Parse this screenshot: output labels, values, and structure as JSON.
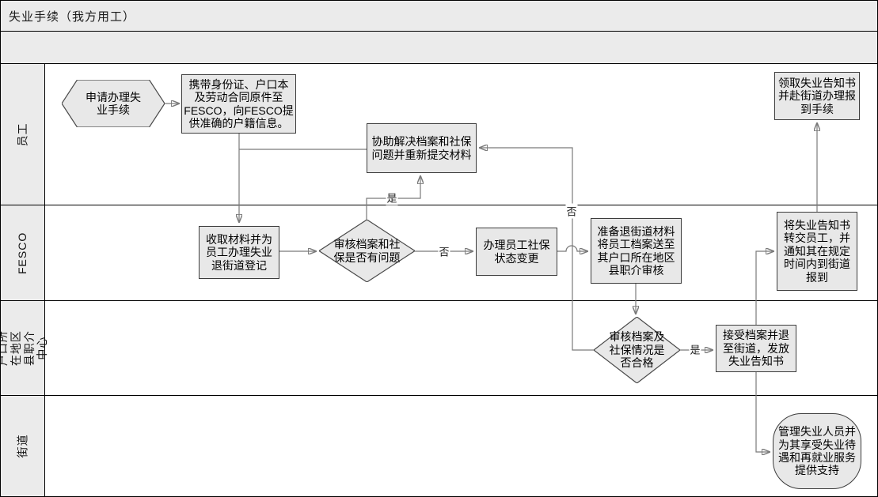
{
  "header": {
    "title": "失业手续（我方用工）"
  },
  "lanes": [
    {
      "label": "员工"
    },
    {
      "label": "FESCO"
    },
    {
      "label": "户口所在地区\n县职介中心"
    },
    {
      "label": "街道"
    }
  ],
  "nodes": {
    "start": {
      "shape": "hexagon",
      "text": "申请办理失\n业手续"
    },
    "bring_documents": {
      "shape": "rect",
      "text": "携带身份证、户口本\n及劳动合同原件至\nFESCO，向FESCO提\n供准确的户籍信息。"
    },
    "assist_resolve": {
      "shape": "rect",
      "text": "协助解决档案和社保\n问题并重新提交材料"
    },
    "receive_notice": {
      "shape": "rect",
      "text": "领取失业告知书\n并赴街道办理报\n到手续"
    },
    "collect_materials": {
      "shape": "rect",
      "text": "收取材料并为\n员工办理失业\n退街道登记"
    },
    "review_problem": {
      "shape": "diamond",
      "text": "审核档案和社\n保是否有问题"
    },
    "change_social_status": {
      "shape": "rect",
      "text": "办理员工社保\n状态变更"
    },
    "prepare_materials": {
      "shape": "rect",
      "text": "准备退街道材料\n将员工档案送至\n其户口所在地区\n县职介审核"
    },
    "forward_notice": {
      "shape": "rect",
      "text": "将失业告知书\n转交员工，并\n通知其在规定\n时间内到街道\n报到"
    },
    "review_qualified": {
      "shape": "diamond",
      "text": "审核档案及\n社保情况是\n否合格"
    },
    "accept_archive": {
      "shape": "rect",
      "text": "接受档案并退\n至街道，发放\n失业告知书"
    },
    "manage_unemployed": {
      "shape": "terminator",
      "text": "管理失业人员并\n为其享受失业待\n遇和再就业服务\n提供支持"
    }
  },
  "edge_labels": {
    "problem_yes": "是",
    "problem_no": "否",
    "qualified_no": "否",
    "qualified_yes": "是"
  },
  "colors": {
    "header_fill": "#ebebeb",
    "shape_fill": "#e8e8e8",
    "shape_border": "#3c3c3c",
    "connector": "#7a7a7a",
    "frame": "#000000"
  }
}
